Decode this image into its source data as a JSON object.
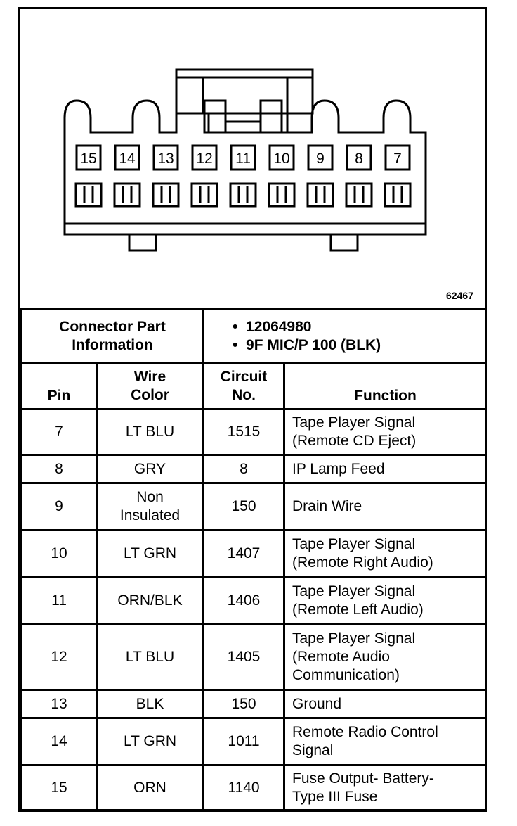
{
  "diagram": {
    "figure_number": "62467",
    "pin_labels": [
      "15",
      "14",
      "13",
      "12",
      "11",
      "10",
      "9",
      "8",
      "7"
    ]
  },
  "connector_info": {
    "label_line1": "Connector Part",
    "label_line2": "Information",
    "part_number": "12064980",
    "description": "9F MIC/P 100 (BLK)"
  },
  "table": {
    "headers": {
      "pin": "Pin",
      "wire_color_line1": "Wire",
      "wire_color_line2": "Color",
      "circuit_line1": "Circuit",
      "circuit_line2": "No.",
      "function": "Function"
    },
    "rows": [
      {
        "pin": "7",
        "color": [
          "LT BLU"
        ],
        "circuit": "1515",
        "function": [
          "Tape Player Signal",
          "(Remote CD Eject)"
        ]
      },
      {
        "pin": "8",
        "color": [
          "GRY"
        ],
        "circuit": "8",
        "function": [
          "IP Lamp Feed"
        ]
      },
      {
        "pin": "9",
        "color": [
          "Non",
          "Insulated"
        ],
        "circuit": "150",
        "function": [
          "Drain Wire"
        ]
      },
      {
        "pin": "10",
        "color": [
          "LT GRN"
        ],
        "circuit": "1407",
        "function": [
          "Tape Player Signal",
          "(Remote Right Audio)"
        ]
      },
      {
        "pin": "11",
        "color": [
          "ORN/BLK"
        ],
        "circuit": "1406",
        "function": [
          "Tape Player Signal",
          "(Remote Left Audio)"
        ]
      },
      {
        "pin": "12",
        "color": [
          "LT BLU"
        ],
        "circuit": "1405",
        "function": [
          "Tape Player Signal",
          "(Remote Audio",
          "Communication)"
        ]
      },
      {
        "pin": "13",
        "color": [
          "BLK"
        ],
        "circuit": "150",
        "function": [
          "Ground"
        ]
      },
      {
        "pin": "14",
        "color": [
          "LT GRN"
        ],
        "circuit": "1011",
        "function": [
          "Remote Radio Control",
          "Signal"
        ]
      },
      {
        "pin": "15",
        "color": [
          "ORN"
        ],
        "circuit": "1140",
        "function": [
          "Fuse Output- Battery-",
          "Type III Fuse"
        ]
      }
    ]
  }
}
